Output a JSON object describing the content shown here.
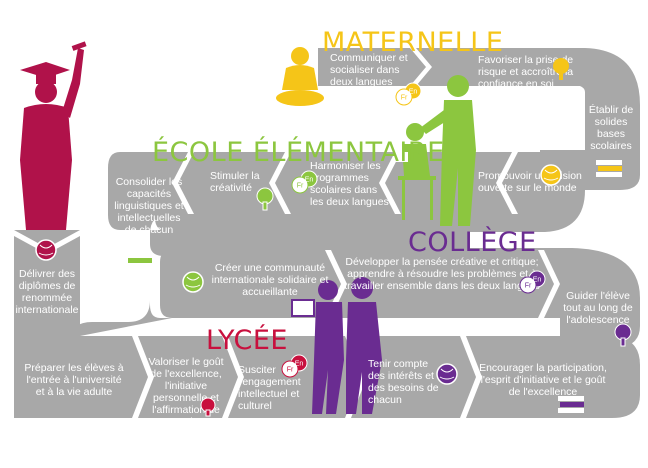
{
  "colors": {
    "path": "#a8a8a8",
    "path_dark": "#8c8c8c",
    "maternelle": "#f5c518",
    "elementaire": "#8cc63f",
    "college": "#6a2c91",
    "lycee": "#c8103e",
    "graduate": "#b0124a",
    "text": "#ffffff"
  },
  "headings": {
    "maternelle": "MATERNELLE",
    "elementaire": "ÉCOLE ÉLÉMENTAIRE",
    "college": "COLLÈGE",
    "lycee": "LYCÉE"
  },
  "badges": {
    "en": "En",
    "fr": "Fr"
  },
  "segments": {
    "maternelle": [
      {
        "text": "Communiquer et socialiser dans deux langues",
        "icon": "language-bubbles-icon"
      },
      {
        "text": "Favoriser la prise de risque et accroître la confiance en soi",
        "icon": "tree-icon"
      },
      {
        "text": "Établir de solides bases scolaires",
        "icon": "books-icon"
      }
    ],
    "elementaire": [
      {
        "text": "Promouvoir une vision ouverte sur le monde",
        "icon": "globe-icon"
      },
      {
        "text": "Harmoniser les programmes scolaires dans les deux langues",
        "icon": "language-bubbles-icon"
      },
      {
        "text": "Stimuler la créativité",
        "icon": "tree-icon"
      },
      {
        "text": "Consolider les capacités linguistiques et intellectuelles de chacun",
        "icon": "books-icon"
      }
    ],
    "college": [
      {
        "text": "Créer une communauté internationale solidaire et accueillante",
        "icon": "globe-icon"
      },
      {
        "text": "Développer la pensée créative et critique; apprendre à résoudre les problèmes et à travailler ensemble dans les deux langues",
        "icon": "language-bubbles-icon"
      },
      {
        "text": "Guider l'élève tout au long de l'adolescence",
        "icon": "tree-icon"
      }
    ],
    "lycee": [
      {
        "text": "Encourager la participation, l'esprit d'initiative et le goût de l'excellence",
        "icon": "books-icon"
      },
      {
        "text": "Tenir compte des intérêts et des besoins de chacun",
        "icon": "globe-icon"
      },
      {
        "text": "Susciter l'engagement intellectuel et culturel",
        "icon": "language-bubbles-icon"
      },
      {
        "text": "Valoriser le goût de l'excellence, l'initiative personnelle et l'affirmation de soi",
        "icon": "tree-icon"
      },
      {
        "text": "Préparer les élèves à l'entrée à l'université et à la vie adulte",
        "icon": ""
      }
    ],
    "final": {
      "text": "Délivrer des diplômes de renommée internationale",
      "icon": "globe-icon"
    }
  }
}
